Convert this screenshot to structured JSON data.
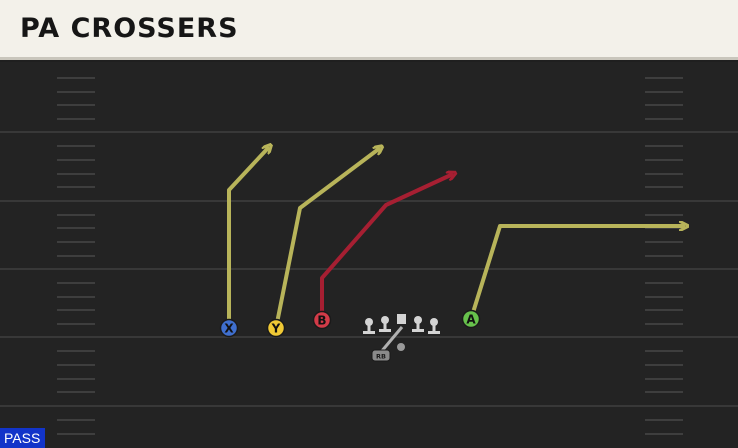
{
  "play": {
    "title": "PA CROSSERS",
    "play_type": "PASS"
  },
  "players": {
    "x": {
      "label": "X",
      "color": "#3f6fce"
    },
    "y": {
      "label": "Y",
      "color": "#f0c935"
    },
    "b": {
      "label": "B",
      "color": "#d23b48"
    },
    "a": {
      "label": "A",
      "color": "#67c14c"
    },
    "rb": {
      "label": "RB",
      "color": "#8a8a8a"
    }
  },
  "routes": {
    "primary_color": "#b8b45a",
    "highlight_color": "#a61f32"
  },
  "field": {
    "background": "#232323",
    "line_color": "#3a3a3a",
    "hash_color": "#4a4a4a"
  }
}
